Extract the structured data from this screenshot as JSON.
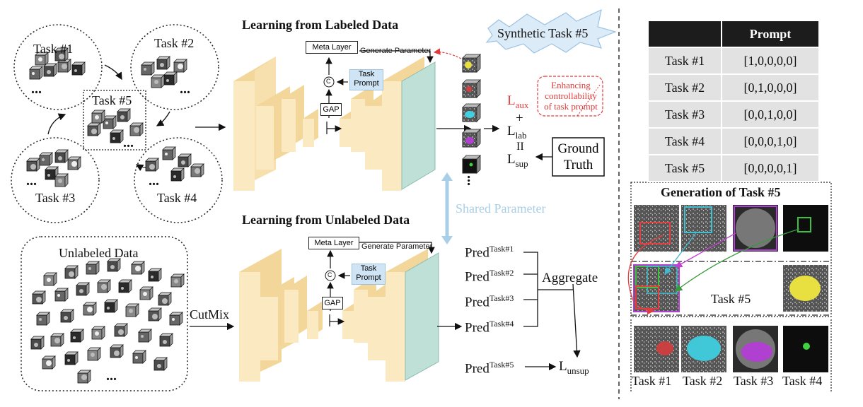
{
  "labeled": {
    "title": "Learning from Labeled Data",
    "meta_layer": "Meta Layer",
    "generate_parameter": "Generate Parameter",
    "gap": "GAP",
    "concat": "C",
    "task_prompt": "Task Prompt",
    "synthetic_task": "Synthetic Task #5",
    "enhancing": "Enhancing controllability of task prompt",
    "ground_truth": "Ground Truth",
    "losses": {
      "aux": "L",
      "aux_sub": "aux",
      "plus": "+",
      "lab": "L",
      "lab_sub": "lab",
      "eq": "II",
      "sup": "L",
      "sup_sub": "sup"
    }
  },
  "tasks": {
    "t1": "Task #1",
    "t2": "Task #2",
    "t3": "Task #3",
    "t4": "Task #4",
    "t5": "Task #5",
    "ellipsis": "..."
  },
  "shared_parameter": "Shared Parameter",
  "unlabeled": {
    "title": "Learning from Unlabeled Data",
    "data_label": "Unlabeled Data",
    "cutmix": "CutMix",
    "meta_layer": "Meta Layer",
    "generate_parameter": "Generate Parameter",
    "gap": "GAP",
    "concat": "C",
    "task_prompt": "Task Prompt",
    "pred_base": "Pred",
    "preds": [
      "Task#1",
      "Task#2",
      "Task#3",
      "Task#4"
    ],
    "pred5": "Task#5",
    "aggregate": "Aggregate",
    "unsup": "L",
    "unsup_sub": "unsup"
  },
  "prompt_table": {
    "header": [
      "",
      "Prompt"
    ],
    "rows": [
      [
        "Task #1",
        "[1,0,0,0,0]"
      ],
      [
        "Task #2",
        "[0,1,0,0,0]"
      ],
      [
        "Task #3",
        "[0,0,1,0,0]"
      ],
      [
        "Task #4",
        "[0,0,0,1,0]"
      ],
      [
        "Task #5",
        "[0,0,0,0,1]"
      ]
    ]
  },
  "generation": {
    "title": "Generation of Task #5",
    "task5": "Task #5",
    "bottom_labels": [
      "Task #1",
      "Task #2",
      "Task #3",
      "Task #4"
    ]
  },
  "colors": {
    "block": "#fbe9c2",
    "block_side": "#f3d69a",
    "head": "#bfe0d6",
    "red": "#e23b3b",
    "shared": "#a9cfe6",
    "cyan": "#3fd0e0",
    "purple": "#b040d0",
    "green": "#3fbf3f"
  }
}
